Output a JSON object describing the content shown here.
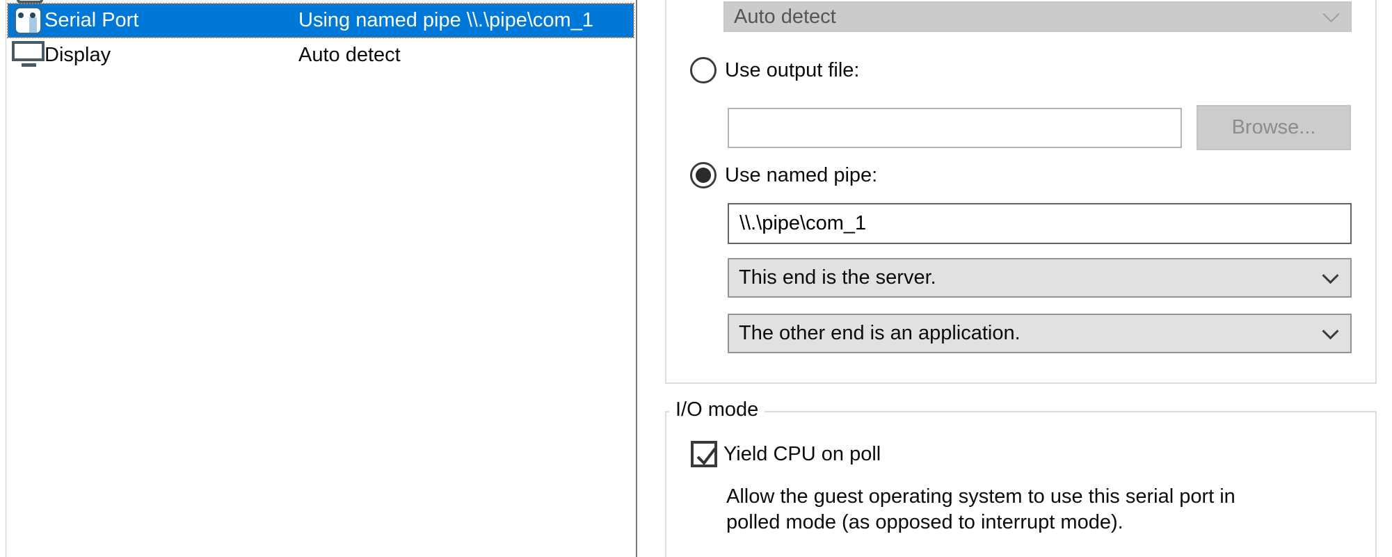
{
  "colors": {
    "selection_blue": "#0078d7",
    "disabled_fill": "#cccccc",
    "enabled_combo_fill": "#e1e1e1",
    "group_border": "#dcdcdc",
    "icon_slate": "#4a5a64",
    "icon_blue": "#1d6fad"
  },
  "hardware_list": {
    "rows": [
      {
        "icon": "serial-port-icon",
        "label": "Serial Port",
        "summary": "Using named pipe \\\\.\\pipe\\com_1",
        "selected": true
      },
      {
        "icon": "display-icon",
        "label": "Display",
        "summary": "Auto detect",
        "selected": false
      }
    ]
  },
  "connection": {
    "device_dropdown": {
      "value": "Auto detect",
      "disabled": true
    },
    "output_file_radio": {
      "label": "Use output file:",
      "selected": false
    },
    "output_file_input": {
      "value": "",
      "placeholder": ""
    },
    "browse_button": {
      "label": "Browse...",
      "disabled": true
    },
    "named_pipe_radio": {
      "label": "Use named pipe:",
      "selected": true
    },
    "named_pipe_input": {
      "value": "\\\\.\\pipe\\com_1"
    },
    "pipe_end_dropdown": {
      "value": "This end is the server."
    },
    "pipe_peer_dropdown": {
      "value": "The other end is an application."
    }
  },
  "io_mode": {
    "title": "I/O mode",
    "yield_checkbox": {
      "label": "Yield CPU on poll",
      "checked": true
    },
    "description": [
      "Allow the guest operating system to use this serial port in",
      "polled mode (as opposed to interrupt mode)."
    ]
  }
}
